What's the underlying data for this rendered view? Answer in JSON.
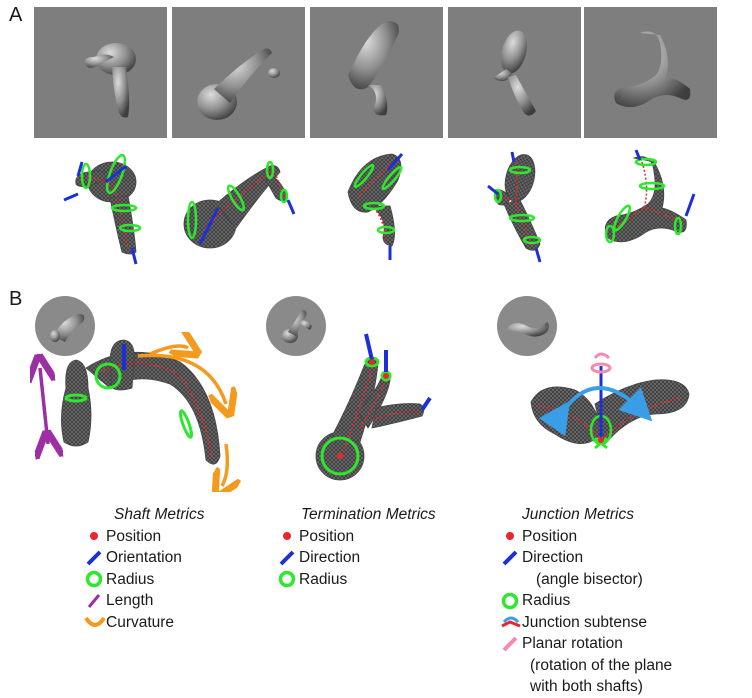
{
  "panels": {
    "a_label": "A",
    "b_label": "B"
  },
  "legends": {
    "shaft": {
      "title": "Shaft Metrics",
      "items": [
        "Position",
        "Orientation",
        "Radius",
        "Length",
        "Curvature"
      ]
    },
    "termination": {
      "title": "Termination Metrics",
      "items": [
        "Position",
        "Direction",
        "Radius"
      ]
    },
    "junction": {
      "title": "Junction Metrics",
      "items": [
        "Position",
        "Direction",
        "Radius",
        "Junction subtense",
        "Planar rotation"
      ],
      "notes": {
        "direction": "(angle bisector)",
        "rotation_1": "(rotation of the plane",
        "rotation_2": "with both shafts)"
      }
    }
  },
  "colors": {
    "position": "#e8262b",
    "orientation": "#1d2fd6",
    "radius": "#2ee82e",
    "length": "#9c2fa3",
    "curvature": "#f39a1f",
    "subtense": "#3a9de8",
    "planar_rotation": "#f28ab4",
    "render_background": "#7e7e7e"
  }
}
